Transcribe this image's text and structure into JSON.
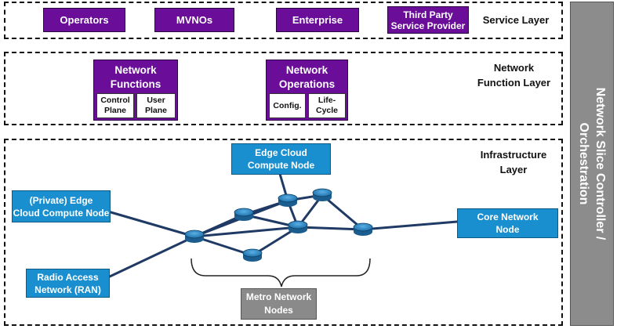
{
  "service_layer": {
    "label": "Service Layer",
    "items": [
      "Operators",
      "MVNOs",
      "Enterprise",
      "Third Party\nService Provider"
    ]
  },
  "network_function_layer": {
    "label": "Network\nFunction Layer",
    "network_functions": {
      "title": "Network\nFunctions",
      "subs": [
        "Control\nPlane",
        "User\nPlane"
      ]
    },
    "network_operations": {
      "title": "Network\nOperations",
      "subs": [
        "Config.",
        "Life-\nCycle"
      ]
    }
  },
  "infrastructure_layer": {
    "label": "Infrastructure\nLayer",
    "edge_cloud": "Edge Cloud\nCompute Node",
    "private_edge": "(Private) Edge\nCloud Compute Node",
    "ran": "Radio Access\nNetwork (RAN)",
    "core": "Core Network\nNode",
    "metro": "Metro Network\nNodes"
  },
  "side_bar": {
    "label": "Network Slice Controller /\nOrchestration"
  },
  "colors": {
    "purple": "#6a0d99",
    "blue": "#1a8fd0",
    "gray": "#8a8a8a",
    "link": "#1f3a64"
  }
}
